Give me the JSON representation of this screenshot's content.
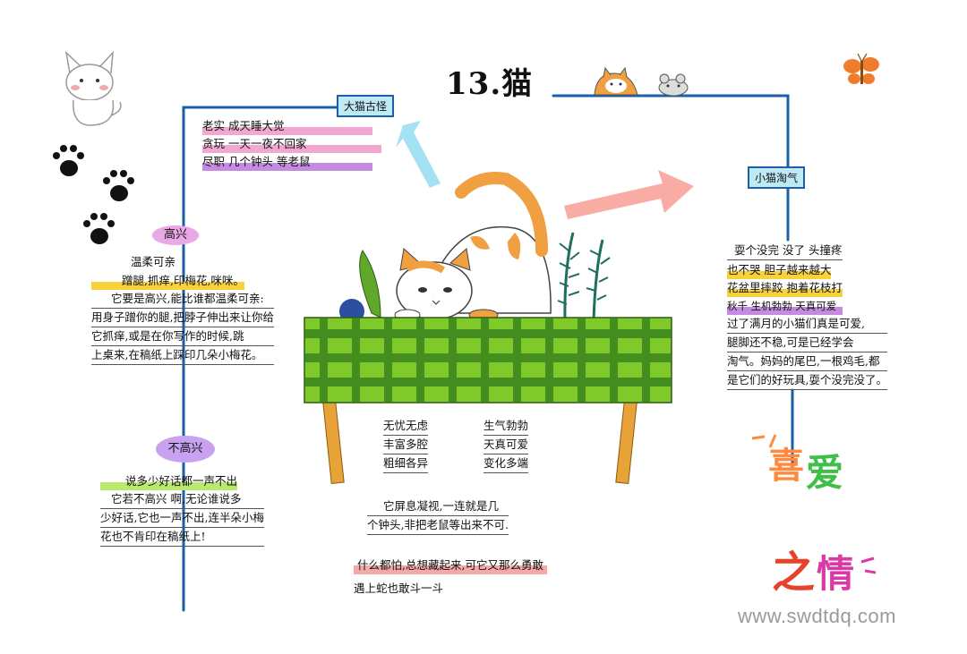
{
  "title": "13.猫",
  "left_tag": "大猫古怪",
  "right_tag": "小猫淘气",
  "top_list": [
    "老实 成天睡大觉",
    "贪玩 一天一夜不回家",
    "尽职 几个钟头 等老鼠"
  ],
  "happy": {
    "label": "高兴",
    "lines": [
      "温柔可亲",
      "蹭腿,抓痒,印梅花,咪咪。",
      "它要是高兴,能比谁都温柔可亲:",
      "用身子蹭你的腿,把脖子伸出来让你给",
      "它抓痒,或是在你写作的时候,跳",
      "上桌来,在稿纸上踩印几朵小梅花。"
    ]
  },
  "unhappy": {
    "label": "不高兴",
    "lines": [
      "说多少好话都一声不出",
      "它若不高兴 啊,无论谁说多",
      "少好话,它也一声不出,连半朵小梅",
      "花也不肯印在稿纸上!"
    ]
  },
  "center_words": {
    "left": [
      "无忧无虑",
      "丰富多腔",
      "粗细各异"
    ],
    "right": [
      "生气勃勃",
      "天真可爱",
      "变化多端"
    ]
  },
  "bottom_text": [
    "它屏息凝视,一连就是几",
    "个钟头,非把老鼠等出来不可."
  ],
  "bottom_highlight": [
    "什么都怕,总想藏起来,可它又那么勇敢",
    "遇上蛇也敢斗一斗"
  ],
  "right_list": [
    "耍个没完 没了 头撞疼",
    "也不哭 胆子越来越大",
    "花盆里摔跤 抱着花枝打",
    "秋千 生机勃勃 天真可爱"
  ],
  "right_para": [
    "过了满月的小猫们真是可爱,",
    "腿脚还不稳,可是已经学会",
    "淘气。妈妈的尾巴,一根鸡毛,都",
    "是它们的好玩具,耍个没完没了。"
  ],
  "deco_text": [
    "喜",
    "爱",
    "之",
    "情"
  ],
  "watermark": "www.swdtdq.com",
  "colors": {
    "line": "#1a5fa8",
    "tag_bg": "#bfe9f5",
    "table_green": "#7fca2a",
    "cat_orange": "#f0a040",
    "arrow_pink": "#f7a39a"
  }
}
